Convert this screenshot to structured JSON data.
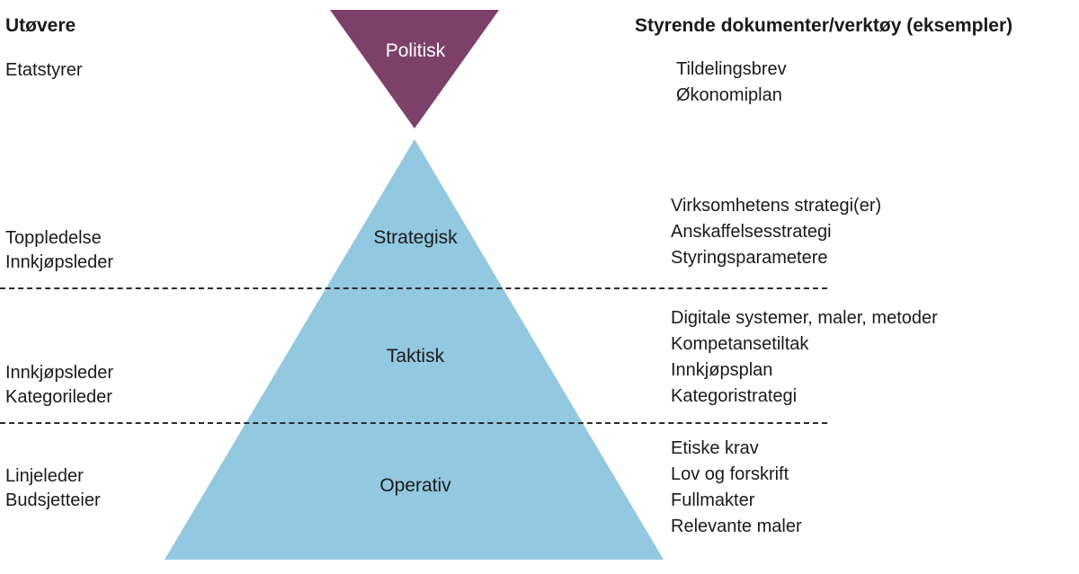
{
  "columns": {
    "left_header": "Utøvere",
    "right_header": "Styrende dokumenter/verktøy (eksempler)"
  },
  "colors": {
    "political_tier": "#7d4068",
    "pyramid_blue": "#92c8e0",
    "text": "#1a1a1a",
    "tier_label_on_purple": "#ffffff",
    "divider_dashed": "#2b2b2b",
    "background": "#ffffff"
  },
  "tiers": [
    {
      "id": "politisk",
      "label": "Politisk",
      "shape": "inverted-triangle",
      "fill": "#7d4068",
      "roles": [
        "Etatstyrer"
      ],
      "documents": [
        "Tildelingsbrev",
        "Økonomiplan"
      ]
    },
    {
      "id": "strategisk",
      "label": "Strategisk",
      "shape": "triangle-apex",
      "fill": "#92c8e0",
      "roles": [
        "Toppledelse",
        "Innkjøpsleder"
      ],
      "documents": [
        "Virksomhetens strategi(er)",
        "Anskaffelsesstrategi",
        "Styringsparametere"
      ]
    },
    {
      "id": "taktisk",
      "label": "Taktisk",
      "shape": "trapezoid",
      "fill": "#92c8e0",
      "roles": [
        "Innkjøpsleder",
        "Kategorileder"
      ],
      "documents": [
        "Digitale systemer, maler, metoder",
        "Kompetansetiltak",
        "Innkjøpsplan",
        "Kategoristrategi"
      ]
    },
    {
      "id": "operativ",
      "label": "Operativ",
      "shape": "trapezoid",
      "fill": "#92c8e0",
      "roles": [
        "Linjeleder",
        "Budsjetteier"
      ],
      "documents": [
        "Etiske krav",
        "Lov og forskrift",
        "Fullmakter",
        "Relevante maler"
      ]
    }
  ]
}
